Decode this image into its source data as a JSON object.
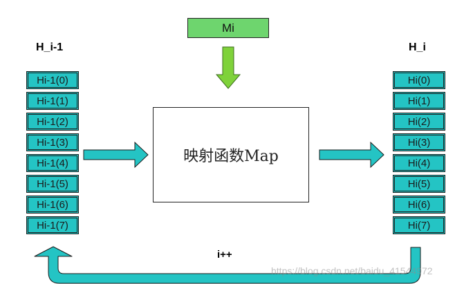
{
  "left_column": {
    "title": "H_i-1",
    "cells": [
      "Hi-1(0)",
      "Hi-1(1)",
      "Hi-1(2)",
      "Hi-1(3)",
      "Hi-1(4)",
      "Hi-1(5)",
      "Hi-1(6)",
      "Hi-1(7)"
    ]
  },
  "right_column": {
    "title": "H_i",
    "cells": [
      "Hi(0)",
      "Hi(1)",
      "Hi(2)",
      "Hi(3)",
      "Hi(4)",
      "Hi(5)",
      "Hi(6)",
      "Hi(7)"
    ]
  },
  "input_box": {
    "label": "Mi"
  },
  "map_box": {
    "label": "映射函数Map"
  },
  "loop": {
    "label": "i++"
  },
  "watermark": {
    "text": "https://blog.csdn.net/baidu_41544972"
  },
  "colors": {
    "cell_fill": "#24c4c4",
    "input_fill": "#6ed56e",
    "arrow_fill": "#24c4c4",
    "down_arrow_fill": "#7fd23a"
  }
}
